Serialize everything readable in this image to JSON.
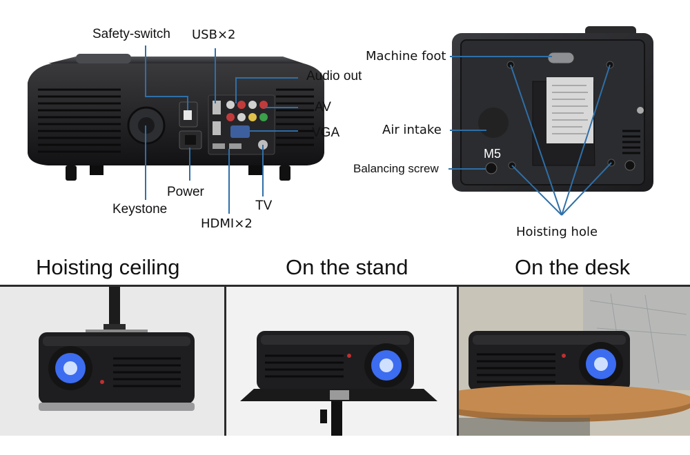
{
  "colors": {
    "leader_line": "#2f6fa8",
    "projector_body": "#1d1d1f",
    "lens_glow": "#3c6cf0",
    "divider": "#2b2b2b"
  },
  "rear_view": {
    "labels": {
      "safety_switch": "Safety-switch",
      "usb": "USB×2",
      "audio_out": "Audio out",
      "av": "AV",
      "vga": "VGA",
      "power": "Power",
      "keystone": "Keystone",
      "tv": "TV",
      "hdmi": "HDMI×2"
    }
  },
  "bottom_view": {
    "labels": {
      "machine_foot": "Machine foot",
      "air_intake": "Air intake",
      "m5": "M5",
      "balancing_screw": "Balancing screw",
      "hoisting_hole": "Hoisting hole"
    }
  },
  "mount_options": [
    {
      "title": "Hoisting ceiling",
      "icon": "ceiling-mount-photo"
    },
    {
      "title": "On the stand",
      "icon": "stand-mount-photo"
    },
    {
      "title": "On the desk",
      "icon": "desk-mount-photo"
    }
  ]
}
